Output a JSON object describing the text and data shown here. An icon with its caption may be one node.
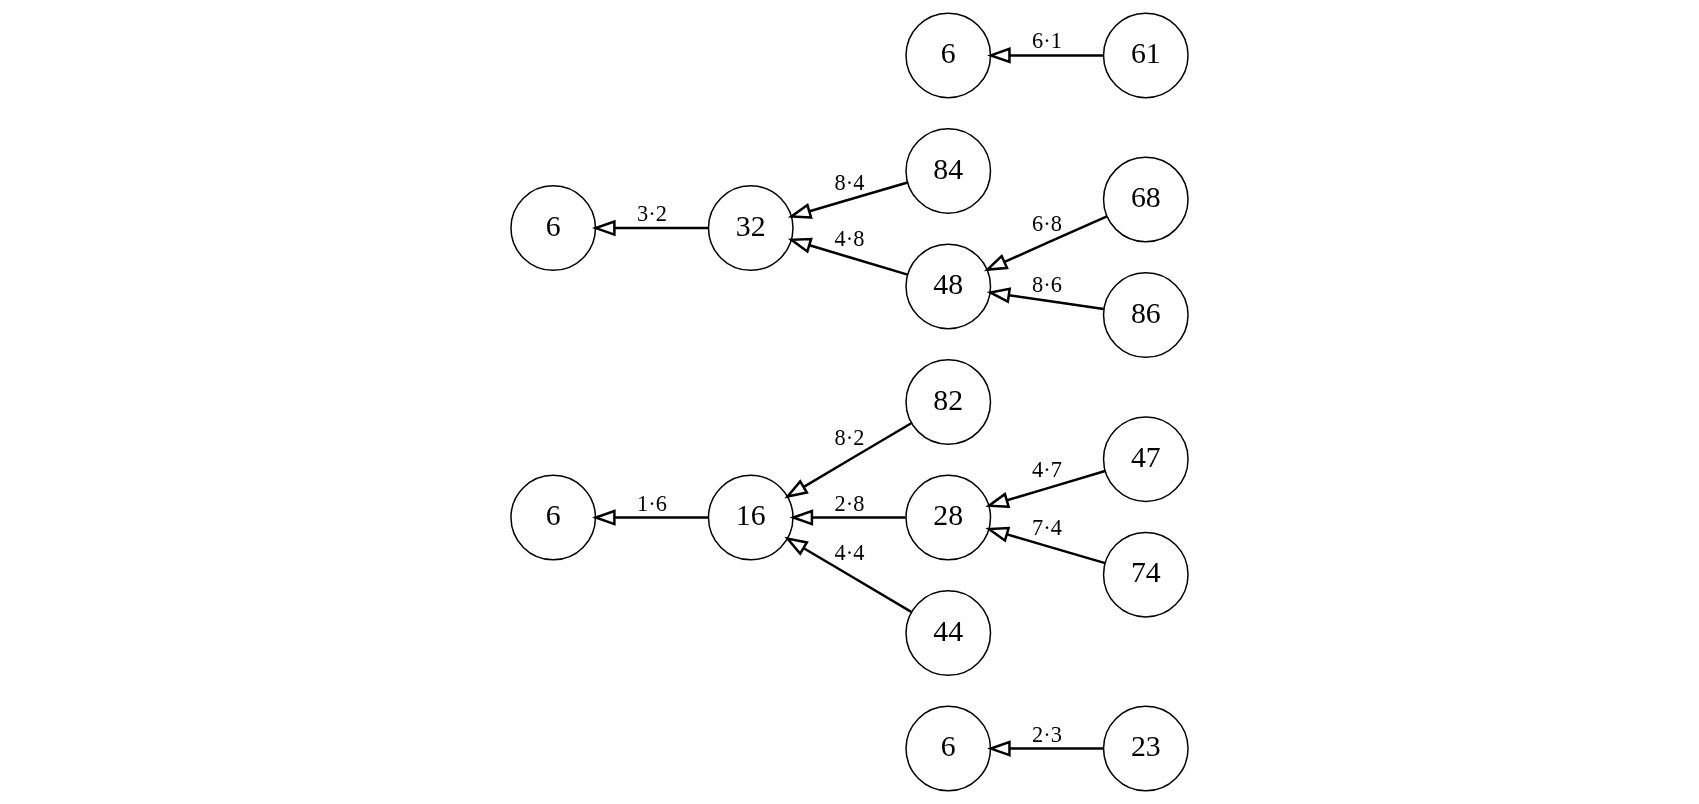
{
  "diagram": {
    "nodes": [
      {
        "text": [
          "6"
        ]
      },
      {
        "text": [
          "61"
        ]
      },
      {
        "text": [
          "6"
        ]
      },
      {
        "text": [
          "32"
        ]
      },
      {
        "text": [
          "84"
        ]
      },
      {
        "text": [
          "68"
        ]
      },
      {
        "text": [
          "48"
        ]
      },
      {
        "text": [
          "86"
        ]
      },
      {
        "text": [
          "82"
        ]
      },
      {
        "text": [
          "6"
        ]
      },
      {
        "text": [
          "16"
        ]
      },
      {
        "text": [
          "28"
        ]
      },
      {
        "text": [
          "47"
        ]
      },
      {
        "text": [
          "74"
        ]
      },
      {
        "text": [
          "44"
        ]
      },
      {
        "text": [
          "6"
        ]
      },
      {
        "text": [
          "23"
        ]
      }
    ],
    "edges": [
      {
        "from": 1,
        "to": 0,
        "arrow": "to",
        "label": "6·1"
      },
      {
        "from": 3,
        "to": 2,
        "arrow": "to",
        "label": "3·2"
      },
      {
        "from": 4,
        "to": 3,
        "arrow": "to",
        "label": "8·4"
      },
      {
        "from": 6,
        "to": 3,
        "arrow": "to",
        "label": "4·8"
      },
      {
        "from": 5,
        "to": 6,
        "arrow": "to",
        "label": "6·8"
      },
      {
        "from": 7,
        "to": 6,
        "arrow": "to",
        "label": "8·6"
      },
      {
        "from": 10,
        "to": 9,
        "arrow": "to",
        "label": "1·6"
      },
      {
        "from": 8,
        "to": 10,
        "arrow": "to",
        "label": "8·2"
      },
      {
        "from": 11,
        "to": 10,
        "arrow": "to",
        "label": "2·8"
      },
      {
        "from": 14,
        "to": 10,
        "arrow": "to",
        "label": "4·4"
      },
      {
        "from": 12,
        "to": 11,
        "arrow": "to",
        "label": "4·7"
      },
      {
        "from": 13,
        "to": 11,
        "arrow": "to",
        "label": "7·4"
      },
      {
        "from": 16,
        "to": 15,
        "arrow": "to",
        "label": "2·3"
      }
    ]
  }
}
